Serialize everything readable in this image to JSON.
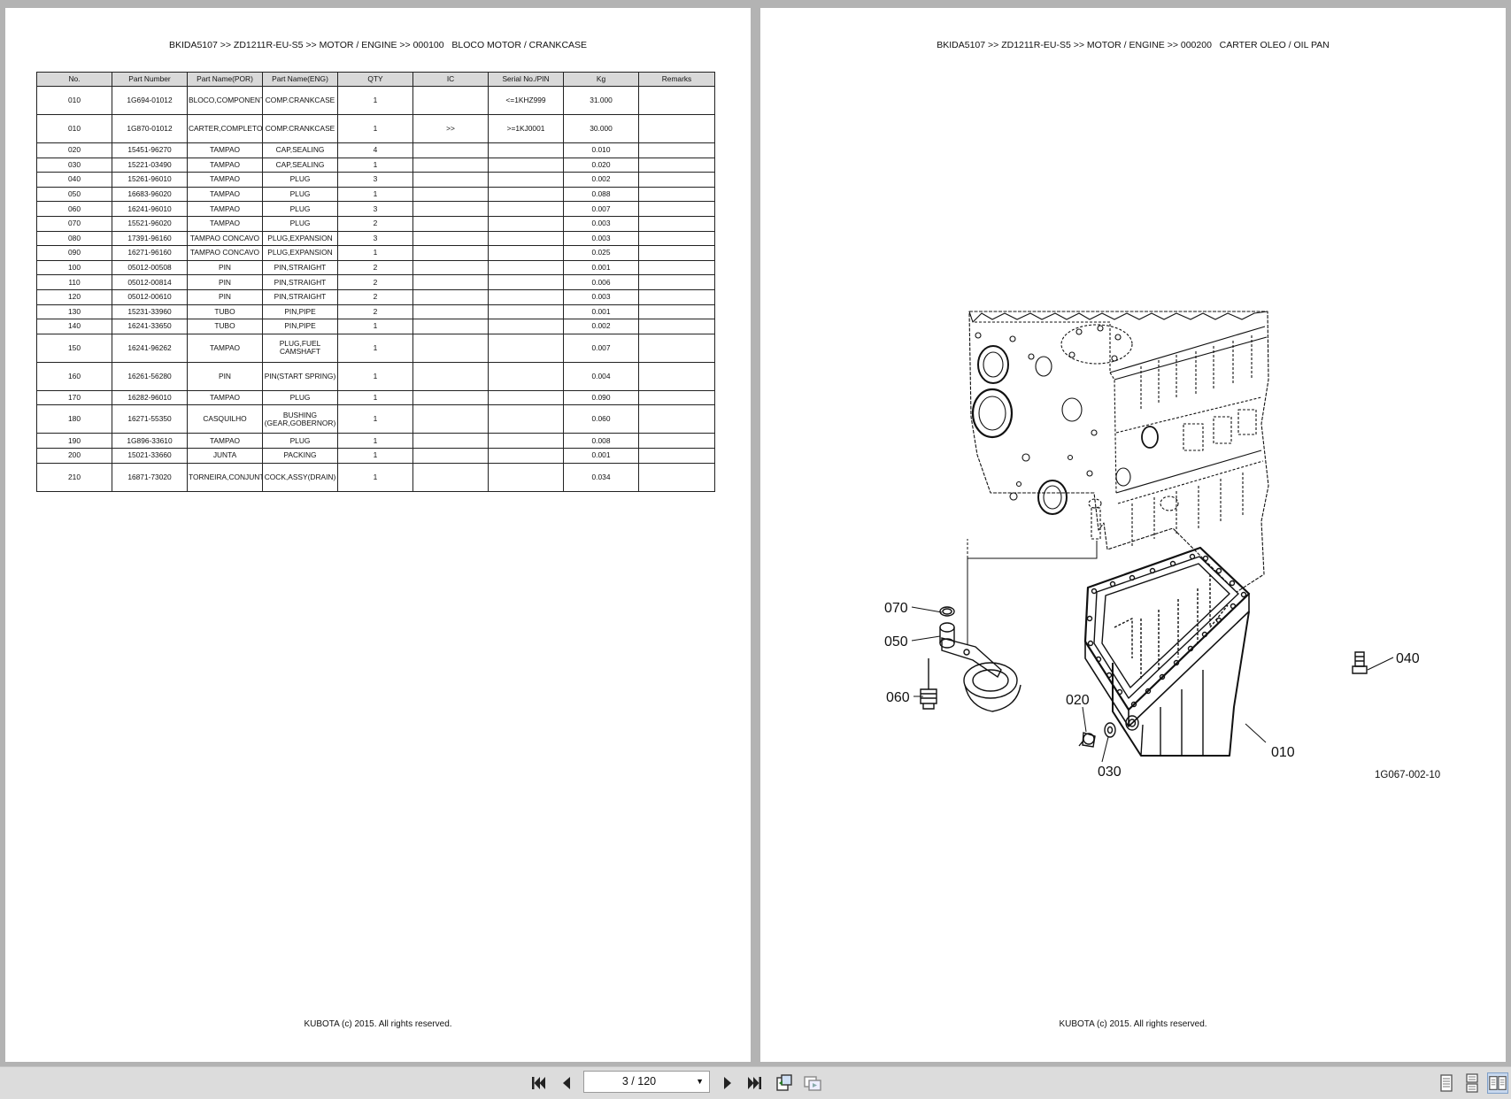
{
  "left_page": {
    "header": "BKIDA5107 >> ZD1211R-EU-S5 >> MOTOR / ENGINE >> 000100   BLOCO MOTOR / CRANKCASE",
    "footer": "KUBOTA (c) 2015. All rights reserved.",
    "table": {
      "columns": [
        "No.",
        "Part Number",
        "Part Name(POR)",
        "Part Name(ENG)",
        "QTY",
        "IC",
        "Serial No./PIN",
        "Kg",
        "Remarks"
      ],
      "rows": [
        {
          "no": "010",
          "part_number": "1G694-01012",
          "name_por": "BLOCO,COMPONENTE",
          "name_eng": "COMP.CRANKCASE",
          "qty": "1",
          "ic": "",
          "serial": "<=1KHZ999",
          "kg": "31.000",
          "remarks": "",
          "tall": true
        },
        {
          "no": "010",
          "part_number": "1G870-01012",
          "name_por": "CARTER,COMPLETO",
          "name_eng": "COMP.CRANKCASE",
          "qty": "1",
          "ic": ">>",
          "serial": ">=1KJ0001",
          "kg": "30.000",
          "remarks": "",
          "tall": true
        },
        {
          "no": "020",
          "part_number": "15451-96270",
          "name_por": "TAMPAO",
          "name_eng": "CAP,SEALING",
          "qty": "4",
          "ic": "",
          "serial": "",
          "kg": "0.010",
          "remarks": ""
        },
        {
          "no": "030",
          "part_number": "15221-03490",
          "name_por": "TAMPAO",
          "name_eng": "CAP,SEALING",
          "qty": "1",
          "ic": "",
          "serial": "",
          "kg": "0.020",
          "remarks": ""
        },
        {
          "no": "040",
          "part_number": "15261-96010",
          "name_por": "TAMPAO",
          "name_eng": "PLUG",
          "qty": "3",
          "ic": "",
          "serial": "",
          "kg": "0.002",
          "remarks": ""
        },
        {
          "no": "050",
          "part_number": "16683-96020",
          "name_por": "TAMPAO",
          "name_eng": "PLUG",
          "qty": "1",
          "ic": "",
          "serial": "",
          "kg": "0.088",
          "remarks": ""
        },
        {
          "no": "060",
          "part_number": "16241-96010",
          "name_por": "TAMPAO",
          "name_eng": "PLUG",
          "qty": "3",
          "ic": "",
          "serial": "",
          "kg": "0.007",
          "remarks": ""
        },
        {
          "no": "070",
          "part_number": "15521-96020",
          "name_por": "TAMPAO",
          "name_eng": "PLUG",
          "qty": "2",
          "ic": "",
          "serial": "",
          "kg": "0.003",
          "remarks": ""
        },
        {
          "no": "080",
          "part_number": "17391-96160",
          "name_por": "TAMPAO CONCAVO",
          "name_eng": "PLUG,EXPANSION",
          "qty": "3",
          "ic": "",
          "serial": "",
          "kg": "0.003",
          "remarks": ""
        },
        {
          "no": "090",
          "part_number": "16271-96160",
          "name_por": "TAMPAO CONCAVO",
          "name_eng": "PLUG,EXPANSION",
          "qty": "1",
          "ic": "",
          "serial": "",
          "kg": "0.025",
          "remarks": ""
        },
        {
          "no": "100",
          "part_number": "05012-00508",
          "name_por": "PIN",
          "name_eng": "PIN,STRAIGHT",
          "qty": "2",
          "ic": "",
          "serial": "",
          "kg": "0.001",
          "remarks": ""
        },
        {
          "no": "110",
          "part_number": "05012-00814",
          "name_por": "PIN",
          "name_eng": "PIN,STRAIGHT",
          "qty": "2",
          "ic": "",
          "serial": "",
          "kg": "0.006",
          "remarks": ""
        },
        {
          "no": "120",
          "part_number": "05012-00610",
          "name_por": "PIN",
          "name_eng": "PIN,STRAIGHT",
          "qty": "2",
          "ic": "",
          "serial": "",
          "kg": "0.003",
          "remarks": ""
        },
        {
          "no": "130",
          "part_number": "15231-33960",
          "name_por": "TUBO",
          "name_eng": "PIN,PIPE",
          "qty": "2",
          "ic": "",
          "serial": "",
          "kg": "0.001",
          "remarks": ""
        },
        {
          "no": "140",
          "part_number": "16241-33650",
          "name_por": "TUBO",
          "name_eng": "PIN,PIPE",
          "qty": "1",
          "ic": "",
          "serial": "",
          "kg": "0.002",
          "remarks": ""
        },
        {
          "no": "150",
          "part_number": "16241-96262",
          "name_por": "TAMPAO",
          "name_eng": "PLUG,FUEL CAMSHAFT",
          "qty": "1",
          "ic": "",
          "serial": "",
          "kg": "0.007",
          "remarks": "",
          "tall": true
        },
        {
          "no": "160",
          "part_number": "16261-56280",
          "name_por": "PIN",
          "name_eng": "PIN(START SPRING)",
          "qty": "1",
          "ic": "",
          "serial": "",
          "kg": "0.004",
          "remarks": "",
          "tall": true
        },
        {
          "no": "170",
          "part_number": "16282-96010",
          "name_por": "TAMPAO",
          "name_eng": "PLUG",
          "qty": "1",
          "ic": "",
          "serial": "",
          "kg": "0.090",
          "remarks": ""
        },
        {
          "no": "180",
          "part_number": "16271-55350",
          "name_por": "CASQUILHO",
          "name_eng": "BUSHING (GEAR,GOBERNOR)",
          "qty": "1",
          "ic": "",
          "serial": "",
          "kg": "0.060",
          "remarks": "",
          "tall": true
        },
        {
          "no": "190",
          "part_number": "1G896-33610",
          "name_por": "TAMPAO",
          "name_eng": "PLUG",
          "qty": "1",
          "ic": "",
          "serial": "",
          "kg": "0.008",
          "remarks": ""
        },
        {
          "no": "200",
          "part_number": "15021-33660",
          "name_por": "JUNTA",
          "name_eng": "PACKING",
          "qty": "1",
          "ic": "",
          "serial": "",
          "kg": "0.001",
          "remarks": ""
        },
        {
          "no": "210",
          "part_number": "16871-73020",
          "name_por": "TORNEIRA,CONJUNTO",
          "name_eng": "COCK,ASSY(DRAIN)",
          "qty": "1",
          "ic": "",
          "serial": "",
          "kg": "0.034",
          "remarks": "",
          "tall": true
        }
      ]
    }
  },
  "right_page": {
    "header": "BKIDA5107 >> ZD1211R-EU-S5 >> MOTOR / ENGINE >> 000200   CARTER OLEO / OIL PAN",
    "footer": "KUBOTA (c) 2015. All rights reserved.",
    "diagram": {
      "callouts": [
        "070",
        "050",
        "060",
        "020",
        "030",
        "010",
        "040"
      ],
      "figure_ref": "1G067-002-10"
    }
  },
  "toolbar": {
    "page_indicator": "3 / 120",
    "icons": {
      "first": "first-page-icon",
      "prev": "previous-page-icon",
      "next": "next-page-icon",
      "last": "last-page-icon",
      "rotate": "rotate-view-icon",
      "present": "presentation-icon",
      "single": "single-page-view-icon",
      "continuous": "continuous-view-icon",
      "facing": "facing-pages-view-icon"
    }
  }
}
